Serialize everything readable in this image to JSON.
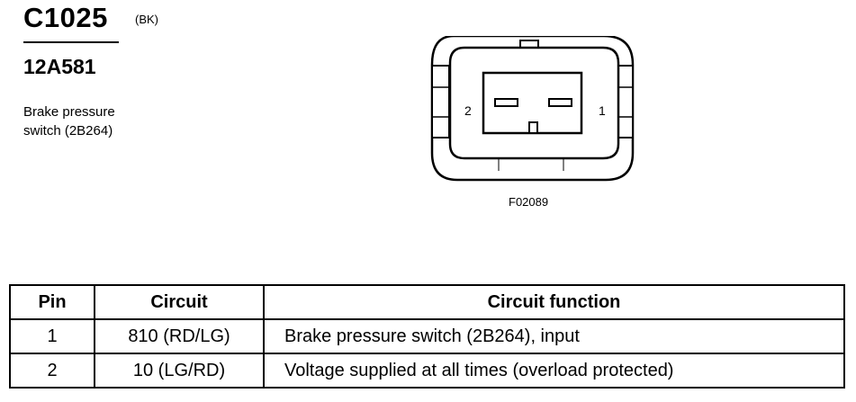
{
  "connector": {
    "id": "C1025",
    "color_code": "(BK)",
    "part_number": "12A581",
    "description_lines": [
      "Brake pressure",
      "switch (2B264)"
    ],
    "figure_id": "F02089",
    "pin_labels": {
      "left": "2",
      "right": "1"
    }
  },
  "table": {
    "headers": {
      "pin": "Pin",
      "circuit": "Circuit",
      "function": "Circuit function"
    },
    "rows": [
      {
        "pin": "1",
        "circuit": "810 (RD/LG)",
        "function": "Brake pressure switch (2B264), input"
      },
      {
        "pin": "2",
        "circuit": "10 (LG/RD)",
        "function": "Voltage supplied at all times (overload protected)"
      }
    ]
  }
}
